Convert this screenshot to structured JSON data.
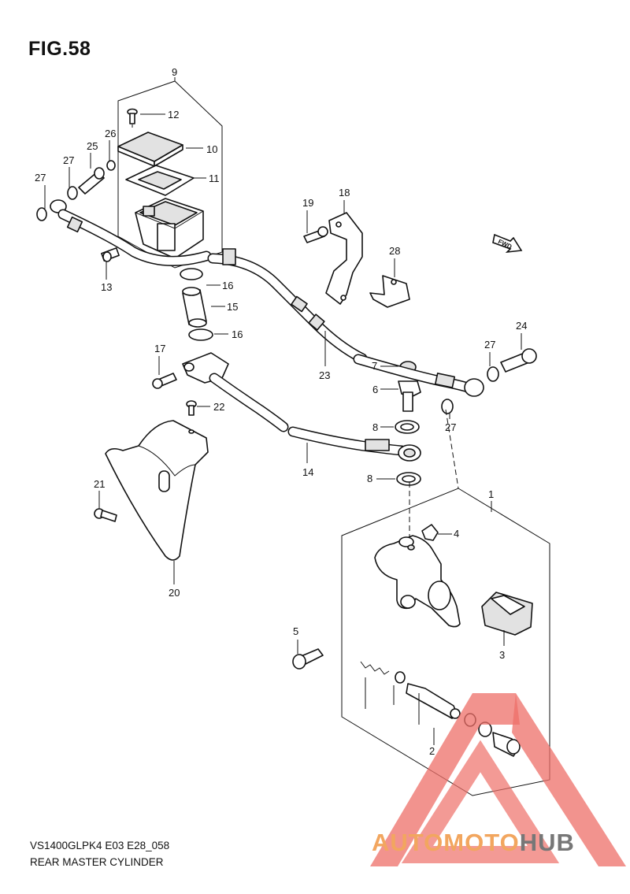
{
  "figure": {
    "title": "FIG.58"
  },
  "footer": {
    "model": "VS1400GLPK4 E03 E28_058",
    "caption": "REAR MASTER CYLINDER"
  },
  "direction_tag": "FWD",
  "callouts": [
    "9",
    "12",
    "10",
    "11",
    "26",
    "25",
    "27",
    "27",
    "13",
    "16",
    "15",
    "16",
    "17",
    "22",
    "20",
    "21",
    "19",
    "18",
    "28",
    "23",
    "7",
    "6",
    "8",
    "14",
    "8",
    "24",
    "27",
    "27",
    "1",
    "4",
    "3",
    "5",
    "2"
  ],
  "watermark": {
    "part1": "AUTOMOTO",
    "part2": "HUB",
    "color1": "#f2a65f",
    "color2": "#777777",
    "triangle_color": "#ee6f68"
  }
}
